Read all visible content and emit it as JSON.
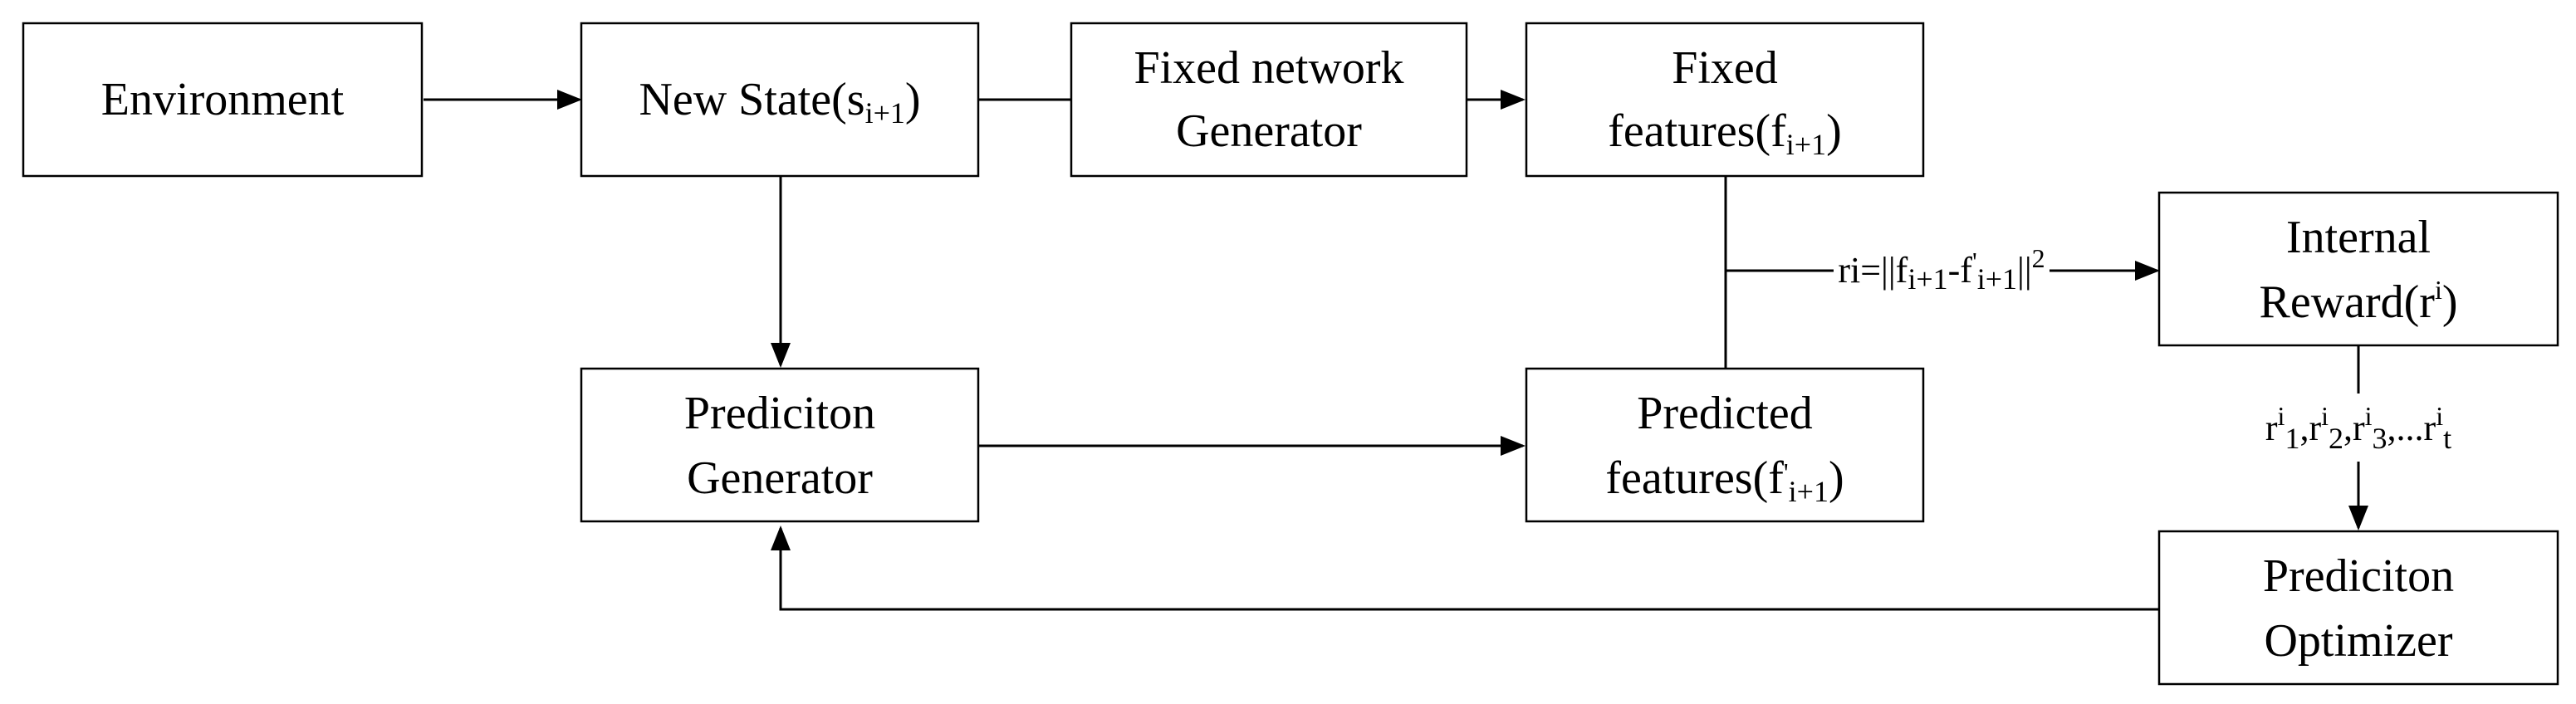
{
  "nodes": {
    "environment": {
      "lines": [
        "Environment"
      ]
    },
    "new_state": {
      "main": "New State(s",
      "sub": "i+1",
      "close": ")"
    },
    "fixed_network": {
      "line1": "Fixed network",
      "line2": "Generator"
    },
    "fixed_features": {
      "line1": "Fixed",
      "main": "features(f",
      "sub": "i+1",
      "close": ")"
    },
    "prediction_generator": {
      "line1": "Prediciton",
      "line2": "Generator"
    },
    "predicted_features": {
      "line1": "Predicted",
      "main": "features(f",
      "sup": "'",
      "sub": "i+1",
      "close": ")"
    },
    "internal_reward": {
      "line1": "Internal",
      "main": "Reward(r",
      "sup": "i",
      "close": ")"
    },
    "prediction_optimizer": {
      "line1": "Prediciton",
      "line2": "Optimizer"
    }
  },
  "edge_labels": {
    "reward_formula": {
      "prefix": "ri=||f",
      "sub1": "i+1",
      "dash": "-f",
      "sup2": "'",
      "sub2": "i+1",
      "close": "||",
      "sup3": "2"
    },
    "reward_sequence": {
      "r": "r",
      "i": "i",
      "s1": "1",
      "s2": "2",
      "s3": "3",
      "st": "t",
      "comma": ",",
      "dots": "..."
    }
  }
}
